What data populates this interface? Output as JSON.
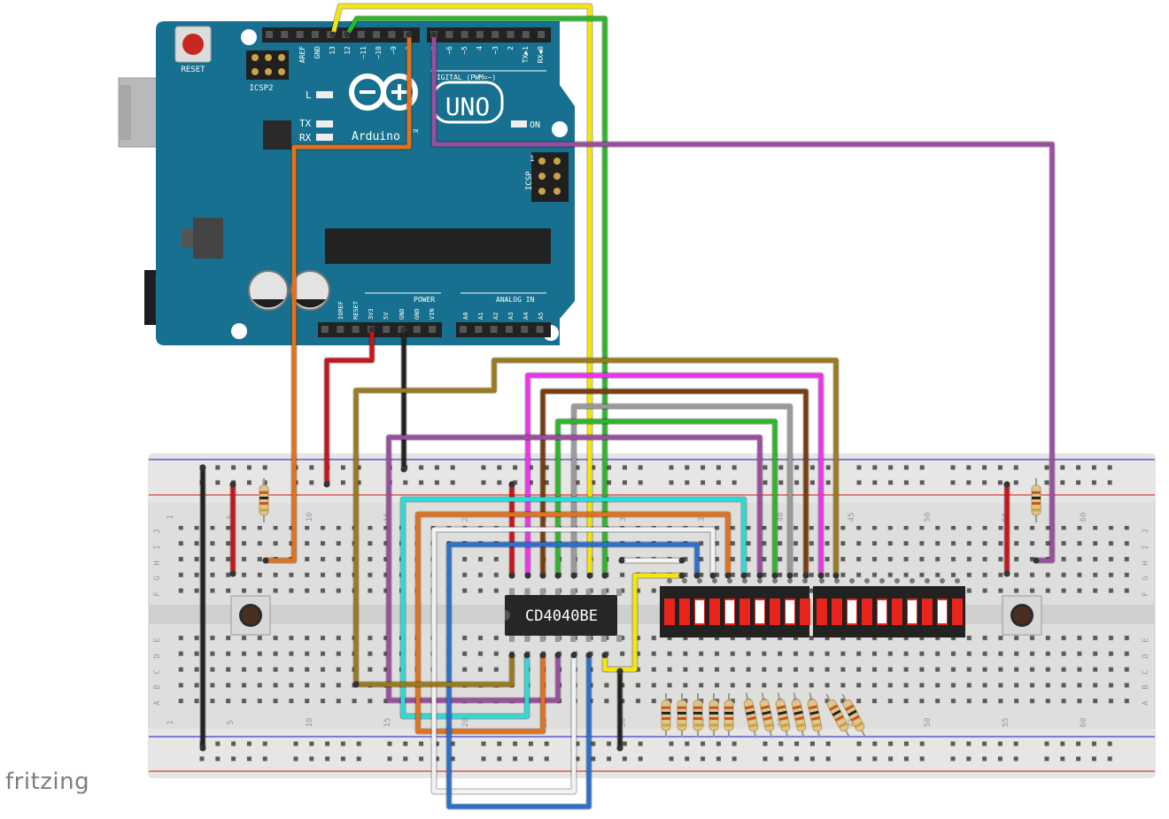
{
  "watermark": "fritzing",
  "arduino": {
    "reset": "RESET",
    "icsp2": "ICSP2",
    "icsp": "ICSP",
    "icsp_pin1": "1",
    "led_l": "L",
    "led_tx": "TX",
    "led_rx": "RX",
    "on": "ON",
    "uno": "UNO",
    "brand": "Arduino",
    "tm": "TM",
    "digital_label": "DIGITAL (PWM=~)",
    "digital_pins": [
      "AREF",
      "GND",
      "13",
      "12",
      "~11",
      "~10",
      "~9",
      "8",
      "7",
      "~6",
      "~5",
      "4",
      "~3",
      "2",
      "TX▶1",
      "RX◀0"
    ],
    "power_label": "POWER",
    "power_pins": [
      "IOREF",
      "RESET",
      "3V3",
      "5V",
      "GND",
      "GND",
      "VIN"
    ],
    "analog_label": "ANALOG IN",
    "analog_pins": [
      "A0",
      "A1",
      "A2",
      "A3",
      "A4",
      "A5"
    ]
  },
  "chip": {
    "label": "CD4040BE"
  },
  "breadboard": {
    "row_letters_top": [
      "J",
      "I",
      "H",
      "G",
      "F"
    ],
    "row_letters_bottom": [
      "E",
      "D",
      "C",
      "B",
      "A"
    ],
    "column_numbers": [
      "1",
      "5",
      "10",
      "15",
      "20",
      "25",
      "30",
      "35",
      "40",
      "45",
      "50",
      "55",
      "60"
    ]
  },
  "colors": {
    "board": "#17708f",
    "wire_yellow": "#f4e60b",
    "wire_green": "#2fb52c",
    "wire_orange": "#e2721d",
    "wire_purple": "#9b4ea0",
    "wire_red": "#c8141d",
    "wire_black": "#222222",
    "wire_olive": "#9b7a1c",
    "wire_magenta": "#ee33ee",
    "wire_brown": "#7a3d10",
    "wire_gray": "#9a9a9a",
    "wire_cyan": "#2bdbd8",
    "wire_white": "#f2f2f2",
    "wire_blue": "#2c6fcc"
  }
}
